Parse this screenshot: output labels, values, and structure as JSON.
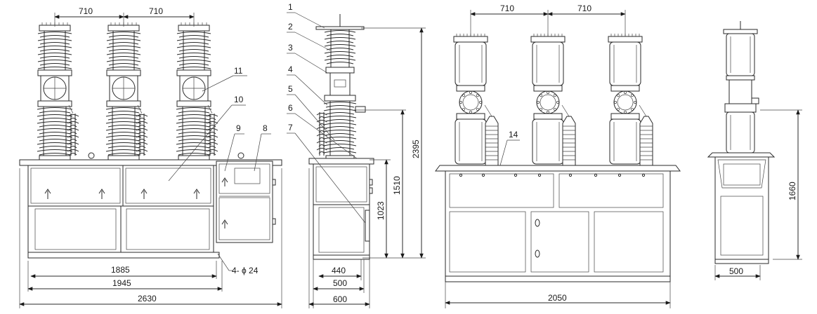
{
  "front_view": {
    "pitch_left": "710",
    "pitch_right": "710",
    "width_1885": "1885",
    "width_1945": "1945",
    "width_2630": "2630",
    "holes": "4- ϕ 24",
    "callouts": [
      "11",
      "10",
      "9",
      "8"
    ]
  },
  "side_view": {
    "callouts": [
      "1",
      "2",
      "3",
      "4",
      "5",
      "6",
      "7"
    ],
    "height_2395": "2395",
    "height_1510": "1510",
    "height_1023": "1023",
    "width_440": "440",
    "width_500": "500",
    "width_600": "600"
  },
  "rear_view": {
    "pitch_left": "710",
    "pitch_right": "710",
    "callout": "14",
    "width_2050": "2050"
  },
  "end_view": {
    "height_1660": "1660",
    "width_500": "500"
  }
}
